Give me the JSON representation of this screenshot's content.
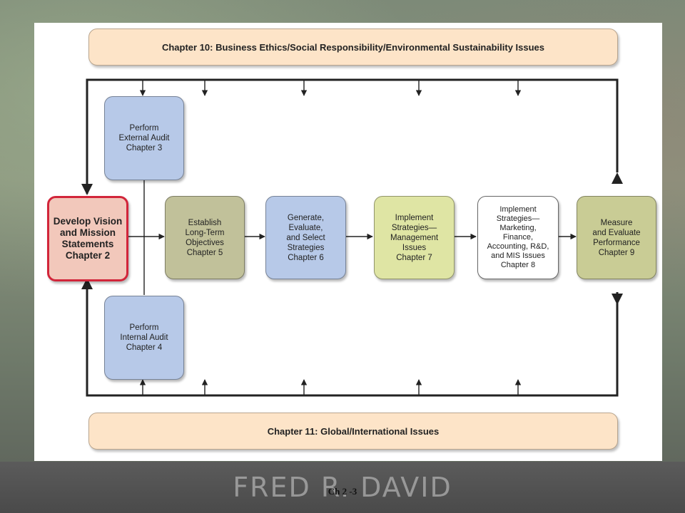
{
  "slide": {
    "watermark": "FRED R. DAVID",
    "slide_number": "Ch 2 -3"
  },
  "diagram": {
    "top_banner": "Chapter 10: Business Ethics/Social Responsibility/Environmental Sustainability Issues",
    "bottom_banner": "Chapter 11: Global/International Issues",
    "boxes": {
      "external_audit": "Perform\nExternal Audit\nChapter 3",
      "internal_audit": "Perform\nInternal Audit\nChapter 4",
      "vision": "Develop Vision\nand Mission\nStatements\nChapter 2",
      "objectives": "Establish\nLong-Term\nObjectives\nChapter 5",
      "strategies": "Generate,\nEvaluate,\nand Select\nStrategies\nChapter 6",
      "implement_mgmt": "Implement\nStrategies—\nManagement\nIssues\nChapter 7",
      "implement_mkt": "Implement\nStrategies—\nMarketing,\nFinance,\nAccounting, R&D,\nand MIS Issues\nChapter 8",
      "measure": "Measure\nand Evaluate\nPerformance\nChapter 9"
    },
    "colors": {
      "blue_box": "#b7c9e8",
      "olive_box": "#c1c19a",
      "yellow_box": "#dfe5a4",
      "vision_fill": "#f2c8bb",
      "vision_border": "#d2253a",
      "banner_fill": "#fde4c8"
    }
  }
}
